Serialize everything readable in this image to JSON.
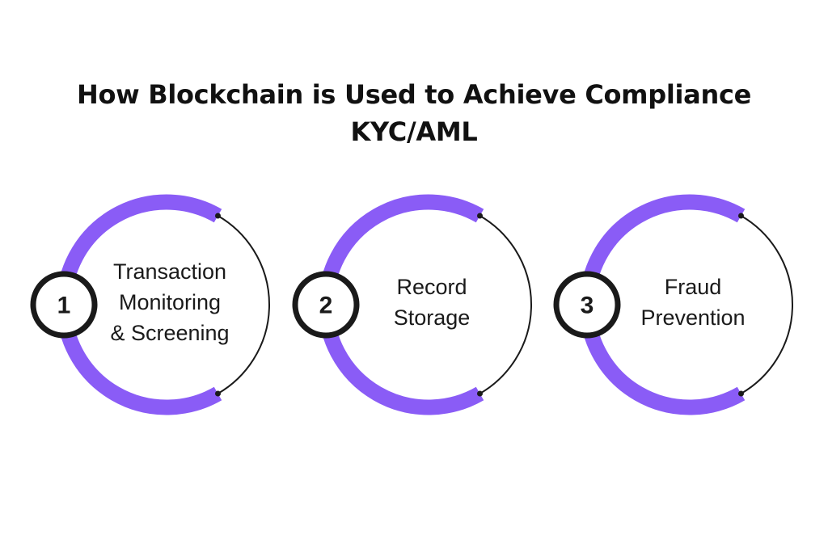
{
  "title": {
    "line1": "How Blockchain is Used to Achieve Compliance",
    "line2": "KYC/AML"
  },
  "colors": {
    "accent": "#8a5cf6",
    "outline": "#1a1a1a",
    "background": "#ffffff"
  },
  "steps": [
    {
      "number": "1",
      "lines": [
        "Transaction",
        "Monitoring",
        "& Screening"
      ]
    },
    {
      "number": "2",
      "lines": [
        "Record",
        "Storage"
      ]
    },
    {
      "number": "3",
      "lines": [
        "Fraud",
        "Prevention"
      ]
    }
  ]
}
